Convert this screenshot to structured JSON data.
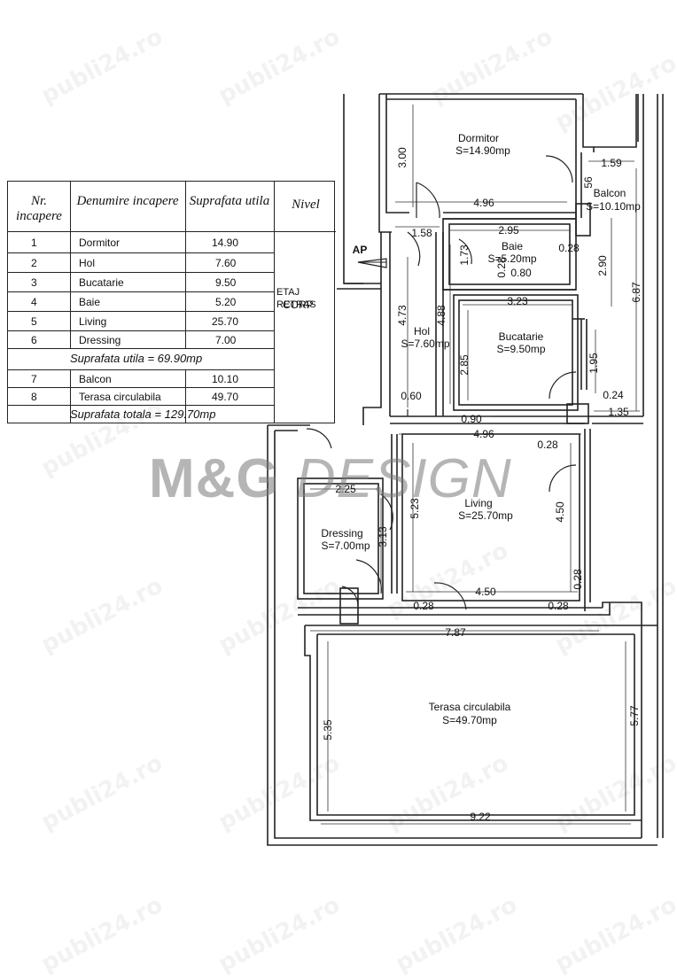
{
  "watermark": "publi24.ro",
  "brand": {
    "part1": "M&G",
    "part2": " DESIGN"
  },
  "table": {
    "headers": {
      "nr": "Nr. incapere",
      "name": "Denumire incapere",
      "area": "Suprafata utila",
      "level": "Nivel"
    },
    "level_value_line1": "ETAJ RETRAS",
    "level_value_line2": "CORP",
    "rows": [
      {
        "nr": "1",
        "name": "Dormitor",
        "area": "14.90"
      },
      {
        "nr": "2",
        "name": "Hol",
        "area": "7.60"
      },
      {
        "nr": "3",
        "name": "Bucatarie",
        "area": "9.50"
      },
      {
        "nr": "4",
        "name": "Baie",
        "area": "5.20"
      },
      {
        "nr": "5",
        "name": "Living",
        "area": "25.70"
      },
      {
        "nr": "6",
        "name": "Dressing",
        "area": "7.00"
      }
    ],
    "useful_total": "Suprafata utila = 69.90mp",
    "rows2": [
      {
        "nr": "7",
        "name": "Balcon",
        "area": "10.10"
      },
      {
        "nr": "8",
        "name": "Terasa circulabila",
        "area": "49.70"
      }
    ],
    "grand_total": "Suprafata totala = 129.70mp"
  },
  "rooms": {
    "dormitor": {
      "name": "Dormitor",
      "area": "S=14.90mp"
    },
    "balcon": {
      "name": "Balcon",
      "area": "S=10.10mp"
    },
    "baie": {
      "name": "Baie",
      "area": "S=5.20mp"
    },
    "hol": {
      "name": "Hol",
      "area": "S=7.60mp"
    },
    "bucatarie": {
      "name": "Bucatarie",
      "area": "S=9.50mp"
    },
    "living": {
      "name": "Living",
      "area": "S=25.70mp"
    },
    "dressing": {
      "name": "Dressing",
      "area": "S=7.00mp"
    },
    "terasa": {
      "name": "Terasa circulabila",
      "area": "S=49.70mp"
    }
  },
  "entrance_label": "AP",
  "dimensions": {
    "d_300": "3.00",
    "d_159": "1.59",
    "d_56": "56",
    "d_496a": "4.96",
    "d_158": "1.58",
    "d_295": "2.95",
    "d_173": "1.73",
    "d_028a": "0.28",
    "d_028b": "0.28",
    "d_080": "0.80",
    "d_290": "2.90",
    "d_687": "6.87",
    "d_473": "4.73",
    "d_488": "4.88",
    "d_323": "3.23",
    "d_285": "2.85",
    "d_195": "1.95",
    "d_024": "0.24",
    "d_060": "0.60",
    "d_090": "0.90",
    "d_135": "1.35",
    "d_496b": "4.96",
    "d_028c": "0.28",
    "d_225": "2.25",
    "d_523": "5.23",
    "d_450a": "4.50",
    "d_313": "3.13",
    "d_028d": "0.28",
    "d_450b": "4.50",
    "d_028e": "0.28",
    "d_028f": "0.28",
    "d_787": "7.87",
    "d_535": "5.35",
    "d_577": "5.77",
    "d_922": "9.22"
  }
}
